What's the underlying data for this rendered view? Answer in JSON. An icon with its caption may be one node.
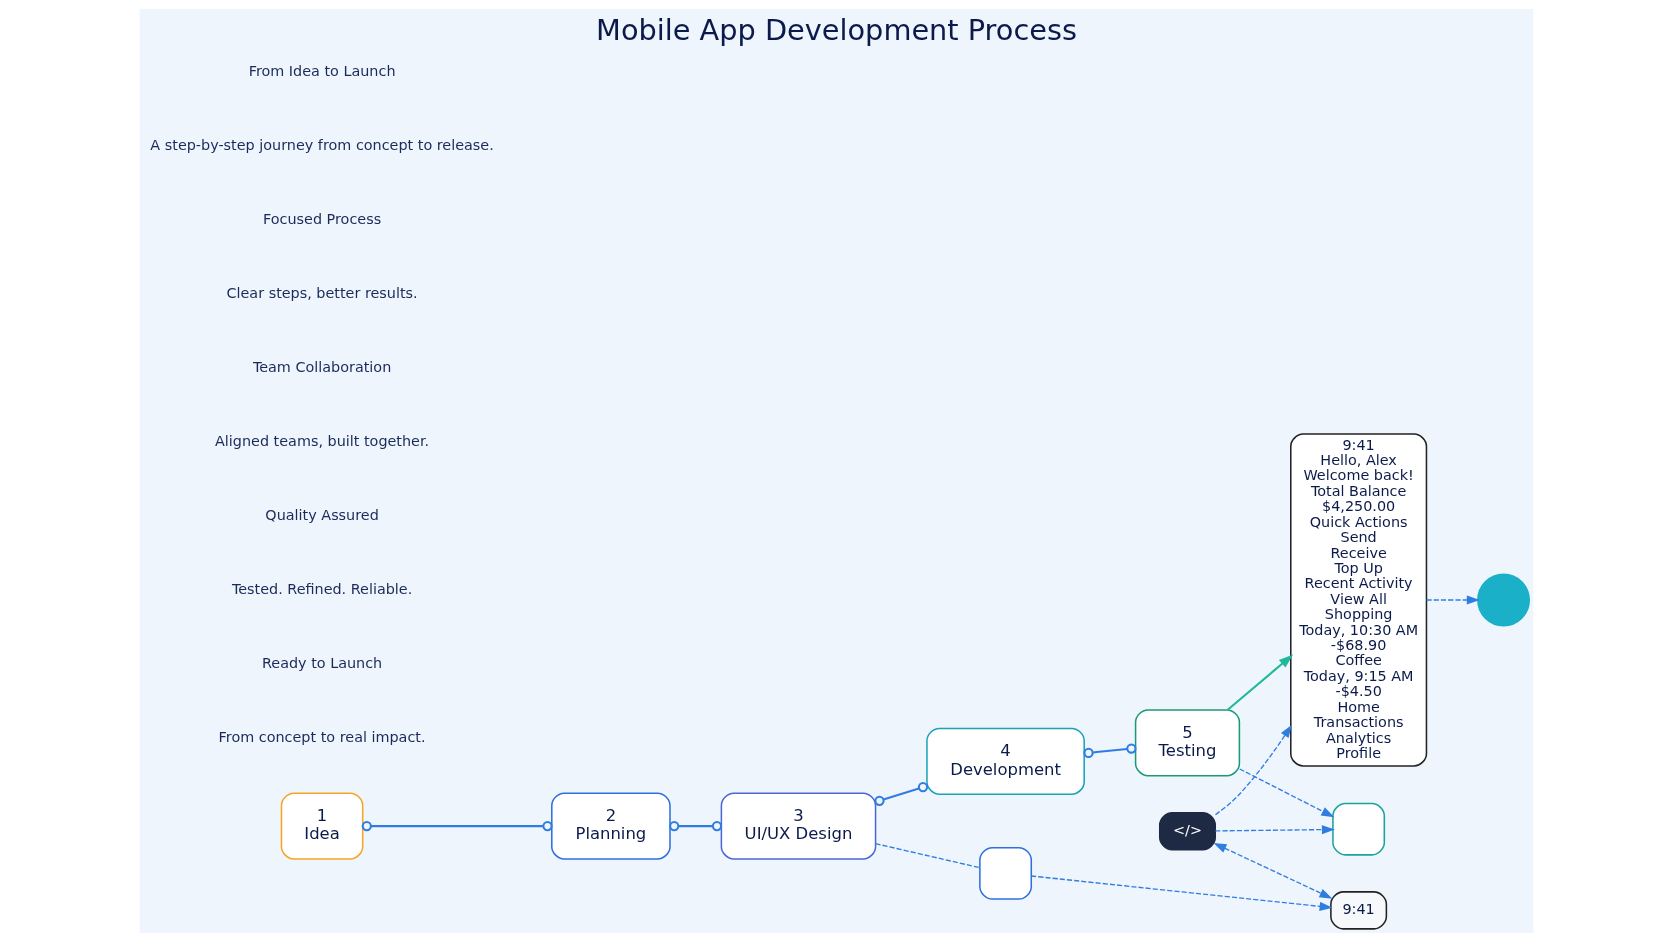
{
  "diagram": {
    "title": "Mobile App Development Process",
    "nodes": [
      {
        "text": [
          "1",
          "Idea"
        ]
      },
      {
        "text": [
          "2",
          "Planning"
        ]
      },
      {
        "text": [
          "3",
          "UI/UX Design"
        ]
      },
      {
        "text": [
          "4",
          "Development"
        ]
      },
      {
        "text": [
          "5",
          "Testing"
        ]
      },
      {
        "text": [],
        "shape": "box"
      },
      {
        "text": [
          "9:41"
        ]
      },
      {
        "text": [
          "</>"
        ]
      },
      {
        "text": [],
        "shape": "box"
      },
      {
        "text": [
          "9:41",
          "Hello, Alex",
          "Welcome back!",
          "Total Balance",
          "$4,250.00",
          "Quick Actions",
          "Send",
          "Receive",
          "Top Up",
          "Recent Activity",
          "View All",
          "Shopping",
          "Today, 10:30 AM",
          "-$68.90",
          "Coffee",
          "Today, 9:15 AM",
          "-$4.50",
          "Home",
          "Transactions",
          "Analytics",
          "Profile"
        ]
      },
      {
        "text": [],
        "shape": "circle"
      }
    ],
    "edges": [
      {
        "from": 0,
        "to": 1,
        "arrow": "other"
      },
      {
        "from": 1,
        "to": 2,
        "arrow": "other"
      },
      {
        "from": 2,
        "to": 3,
        "arrow": "other"
      },
      {
        "from": 3,
        "to": 4,
        "arrow": "other"
      },
      {
        "from": 4,
        "to": 9,
        "arrow": "to",
        "color": "#1fb89a"
      },
      {
        "from": 2,
        "to": 5,
        "arrow": "none",
        "style": "dashed"
      },
      {
        "from": 5,
        "to": 6,
        "arrow": "to",
        "style": "dashed"
      },
      {
        "from": 7,
        "to": 6,
        "arrow": "both",
        "style": "dashed"
      },
      {
        "from": 7,
        "to": 8,
        "arrow": "to",
        "style": "dashed"
      },
      {
        "from": 7,
        "to": 9,
        "arrow": "to",
        "style": "dashed"
      },
      {
        "from": 4,
        "to": 8,
        "arrow": "to",
        "style": "dashed"
      },
      {
        "from": 9,
        "to": 10,
        "arrow": "to",
        "style": "dashed"
      }
    ],
    "labels": [
      "From Idea to Launch",
      "A step-by-step journey from concept to release.",
      "Focused Process",
      "Clear steps, better results.",
      "Team Collaboration",
      "Aligned teams, built together.",
      "Quality Assured",
      "Tested. Refined. Reliable.",
      "Ready to Launch",
      "From concept to real impact."
    ]
  }
}
